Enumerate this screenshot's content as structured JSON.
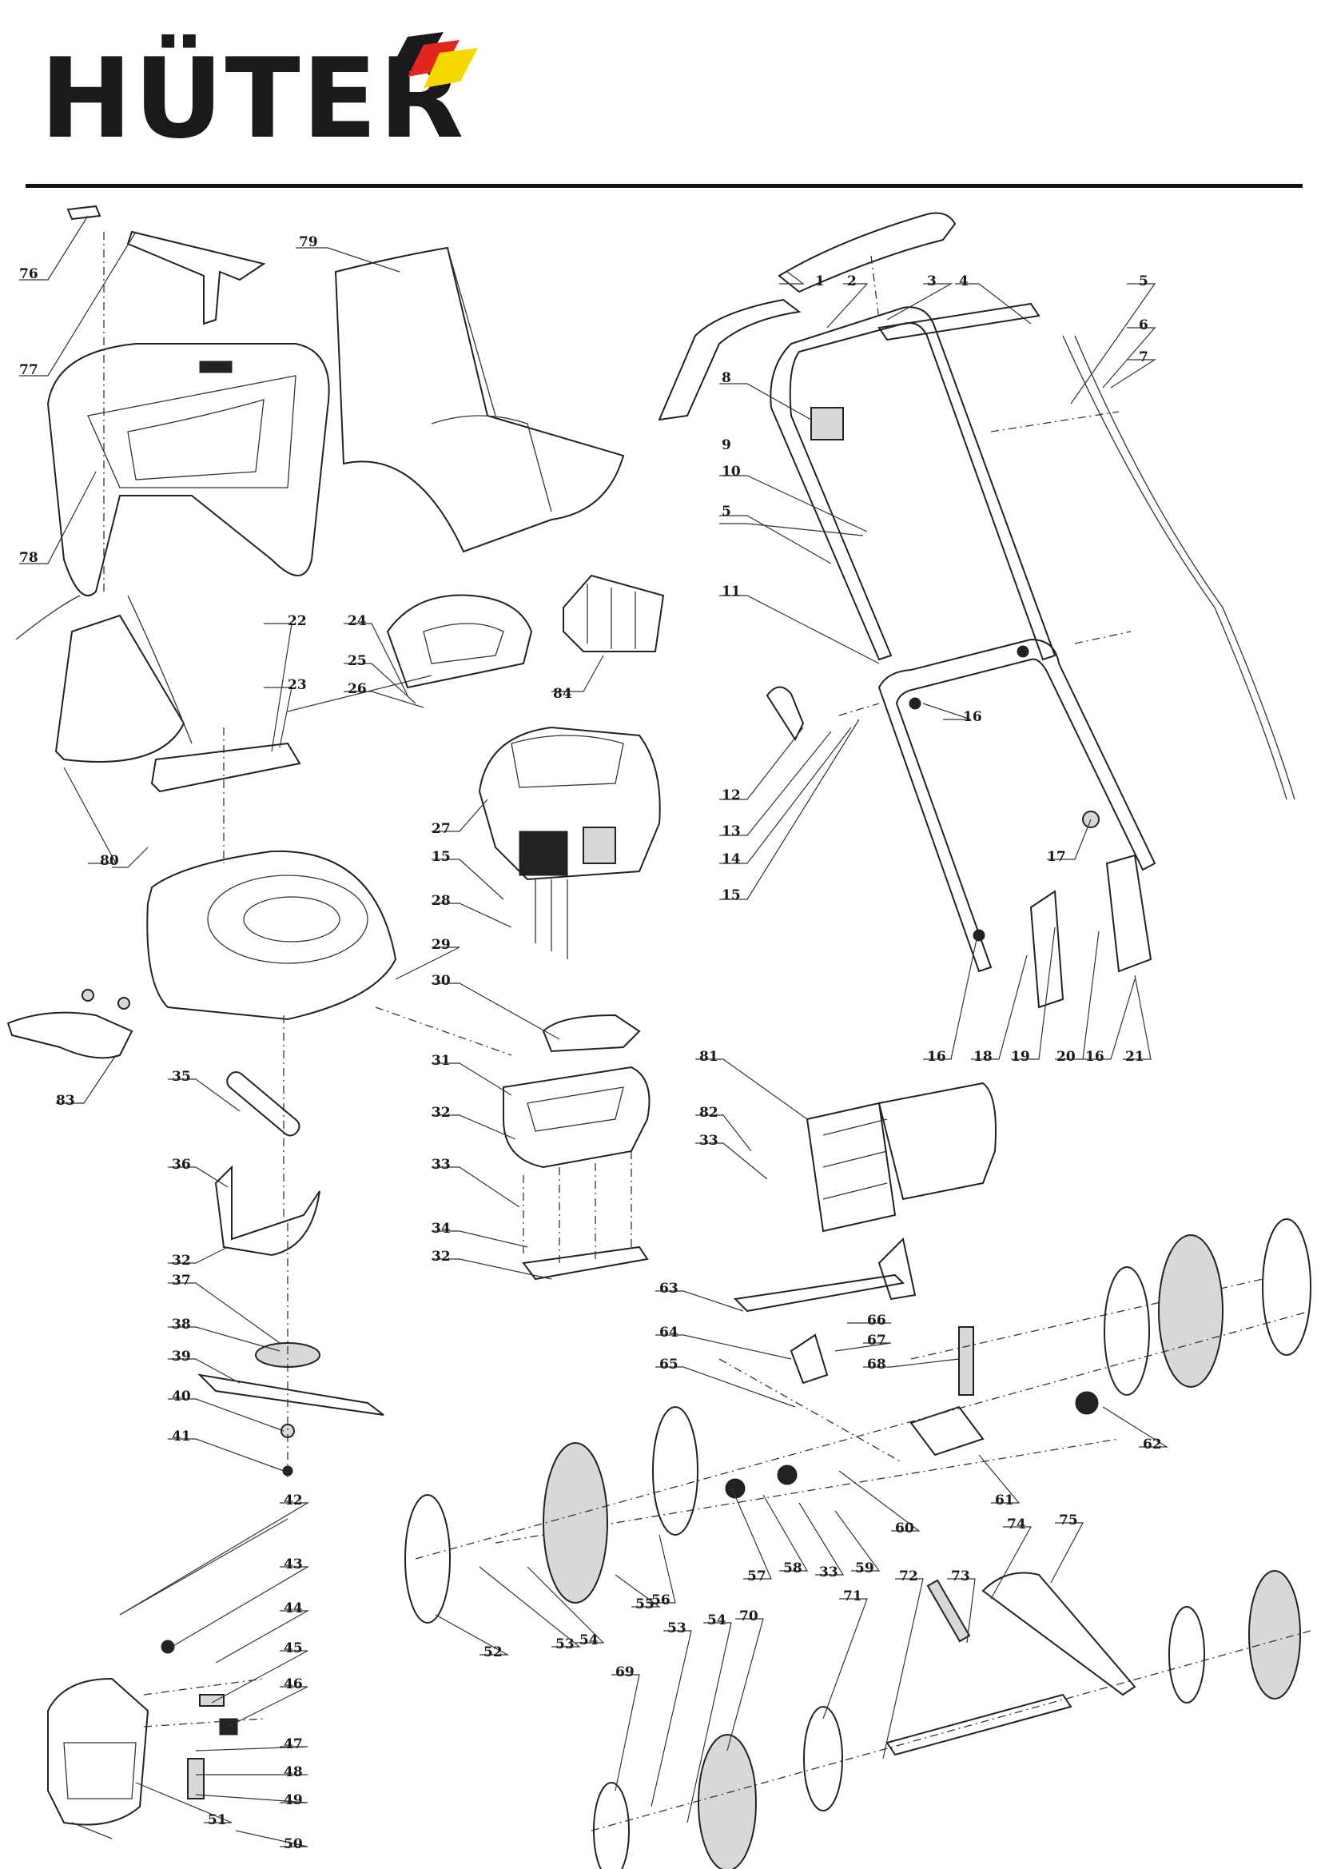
{
  "brand": {
    "name": "HÜTER",
    "colors": {
      "black": "#1a1a1a",
      "red": "#e0261d",
      "yellow": "#f4d800"
    }
  },
  "callouts": [
    {
      "id": "c1",
      "label": "1"
    },
    {
      "id": "c2",
      "label": "2"
    },
    {
      "id": "c3",
      "label": "3"
    },
    {
      "id": "c4",
      "label": "4"
    },
    {
      "id": "c5a",
      "label": "5"
    },
    {
      "id": "c6",
      "label": "6"
    },
    {
      "id": "c7",
      "label": "7"
    },
    {
      "id": "c8",
      "label": "8"
    },
    {
      "id": "c9",
      "label": "9"
    },
    {
      "id": "c10",
      "label": "10"
    },
    {
      "id": "c5b",
      "label": "5"
    },
    {
      "id": "c11",
      "label": "11"
    },
    {
      "id": "c16a",
      "label": "16"
    },
    {
      "id": "c12",
      "label": "12"
    },
    {
      "id": "c13",
      "label": "13"
    },
    {
      "id": "c14",
      "label": "14"
    },
    {
      "id": "c15a",
      "label": "15"
    },
    {
      "id": "c17",
      "label": "17"
    },
    {
      "id": "c16b",
      "label": "16"
    },
    {
      "id": "c18",
      "label": "18"
    },
    {
      "id": "c19",
      "label": "19"
    },
    {
      "id": "c20",
      "label": "20"
    },
    {
      "id": "c16c",
      "label": "16"
    },
    {
      "id": "c21",
      "label": "21"
    },
    {
      "id": "c76",
      "label": "76"
    },
    {
      "id": "c77",
      "label": "77"
    },
    {
      "id": "c78",
      "label": "78"
    },
    {
      "id": "c79",
      "label": "79"
    },
    {
      "id": "c84",
      "label": "84"
    },
    {
      "id": "c22",
      "label": "22"
    },
    {
      "id": "c23",
      "label": "23"
    },
    {
      "id": "c24",
      "label": "24"
    },
    {
      "id": "c25",
      "label": "25"
    },
    {
      "id": "c26",
      "label": "26"
    },
    {
      "id": "c80",
      "label": "80"
    },
    {
      "id": "c27",
      "label": "27"
    },
    {
      "id": "c15b",
      "label": "15"
    },
    {
      "id": "c28",
      "label": "28"
    },
    {
      "id": "c29",
      "label": "29"
    },
    {
      "id": "c30",
      "label": "30"
    },
    {
      "id": "c83",
      "label": "83"
    },
    {
      "id": "c35",
      "label": "35"
    },
    {
      "id": "c31",
      "label": "31"
    },
    {
      "id": "c32a",
      "label": "32"
    },
    {
      "id": "c33a",
      "label": "33"
    },
    {
      "id": "c34",
      "label": "34"
    },
    {
      "id": "c32b",
      "label": "32"
    },
    {
      "id": "c36",
      "label": "36"
    },
    {
      "id": "c32c",
      "label": "32"
    },
    {
      "id": "c37",
      "label": "37"
    },
    {
      "id": "c38",
      "label": "38"
    },
    {
      "id": "c39",
      "label": "39"
    },
    {
      "id": "c40",
      "label": "40"
    },
    {
      "id": "c41",
      "label": "41"
    },
    {
      "id": "c81",
      "label": "81"
    },
    {
      "id": "c82",
      "label": "82"
    },
    {
      "id": "c33b",
      "label": "33"
    },
    {
      "id": "c63",
      "label": "63"
    },
    {
      "id": "c64",
      "label": "64"
    },
    {
      "id": "c65",
      "label": "65"
    },
    {
      "id": "c66",
      "label": "66"
    },
    {
      "id": "c67",
      "label": "67"
    },
    {
      "id": "c68",
      "label": "68"
    },
    {
      "id": "c62",
      "label": "62"
    },
    {
      "id": "c61",
      "label": "61"
    },
    {
      "id": "c60",
      "label": "60"
    },
    {
      "id": "c59",
      "label": "59"
    },
    {
      "id": "c33c",
      "label": "33"
    },
    {
      "id": "c58",
      "label": "58"
    },
    {
      "id": "c57",
      "label": "57"
    },
    {
      "id": "c56",
      "label": "56"
    },
    {
      "id": "c55",
      "label": "55"
    },
    {
      "id": "c54a",
      "label": "54"
    },
    {
      "id": "c53a",
      "label": "53"
    },
    {
      "id": "c52",
      "label": "52"
    },
    {
      "id": "c42",
      "label": "42"
    },
    {
      "id": "c43",
      "label": "43"
    },
    {
      "id": "c44",
      "label": "44"
    },
    {
      "id": "c45",
      "label": "45"
    },
    {
      "id": "c46",
      "label": "46"
    },
    {
      "id": "c47",
      "label": "47"
    },
    {
      "id": "c48",
      "label": "48"
    },
    {
      "id": "c49",
      "label": "49"
    },
    {
      "id": "c51",
      "label": "51"
    },
    {
      "id": "c50",
      "label": "50"
    },
    {
      "id": "c69",
      "label": "69"
    },
    {
      "id": "c53b",
      "label": "53"
    },
    {
      "id": "c54b",
      "label": "54"
    },
    {
      "id": "c70",
      "label": "70"
    },
    {
      "id": "c71",
      "label": "71"
    },
    {
      "id": "c72",
      "label": "72"
    },
    {
      "id": "c73",
      "label": "73"
    },
    {
      "id": "c74",
      "label": "74"
    },
    {
      "id": "c75",
      "label": "75"
    }
  ]
}
